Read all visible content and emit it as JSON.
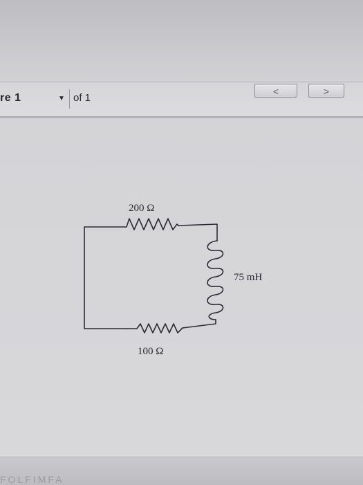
{
  "toolbar": {
    "figure_label": "re 1",
    "dropdown_arrow": "▼",
    "of_label": "of 1",
    "prev_label": "<",
    "next_label": ">"
  },
  "diagram": {
    "resistor_top_label": "200 Ω",
    "inductor_label": "75 mH",
    "resistor_bottom_label": "100 Ω"
  },
  "footer": {
    "partial_text": "FOLFIMFA"
  }
}
